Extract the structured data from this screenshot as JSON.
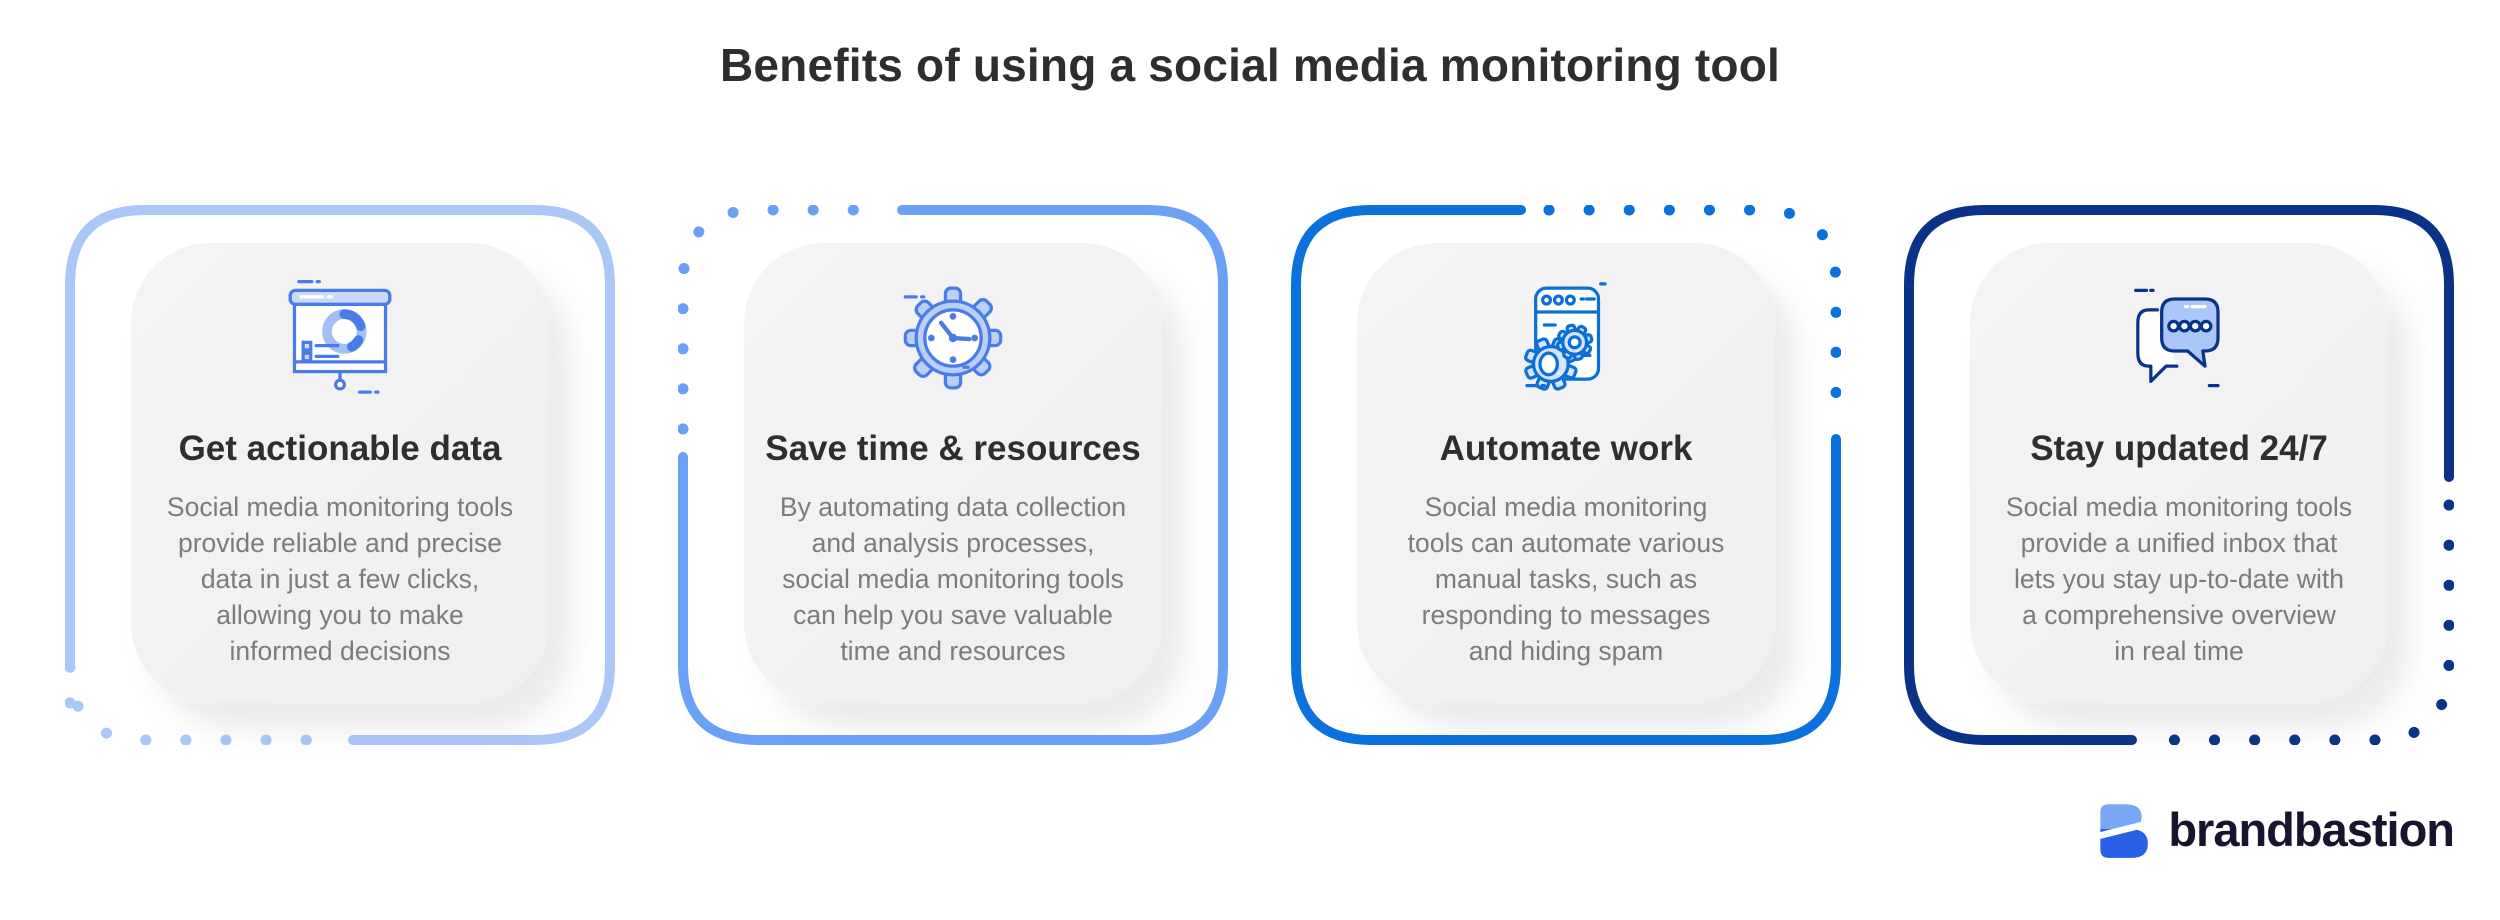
{
  "title": "Benefits of using a social media monitoring tool",
  "cards": [
    {
      "icon": "presentation-chart-icon",
      "title": "Get actionable data",
      "body": [
        "Social media monitoring tools",
        "provide reliable and precise",
        "data in just a few clicks,",
        "allowing you to make",
        "informed decisions"
      ],
      "accent": "#A9C7F7",
      "icon_stroke": "#4A7CE8",
      "icon_fill": "#C9DAFA"
    },
    {
      "icon": "gear-clock-icon",
      "title": "Save time & resources",
      "body": [
        "By automating data collection",
        "and analysis processes,",
        "social media monitoring tools",
        "can help you save valuable",
        "time and resources"
      ],
      "accent": "#6BA1F5",
      "icon_stroke": "#4A7CE8",
      "icon_fill": "#B9D0F8"
    },
    {
      "icon": "browser-automation-icon",
      "title": "Automate work",
      "body": [
        "Social media monitoring",
        "tools can automate various",
        "manual tasks, such as",
        "responding to messages",
        "and hiding spam"
      ],
      "accent": "#0B72DD",
      "icon_stroke": "#0B6FD6",
      "icon_fill": "#D6E4FC"
    },
    {
      "icon": "chat-bubbles-icon",
      "title": "Stay updated 24/7",
      "body": [
        "Social media monitoring tools",
        "provide a unified inbox that",
        "lets you stay up-to-date with",
        "a comprehensive overview",
        "in real time"
      ],
      "accent": "#0A3387",
      "icon_stroke": "#0A3387",
      "icon_fill": "#ABC6F8"
    }
  ],
  "logo": {
    "text": "brandbastion",
    "mark_top_color": "#7AA7F4",
    "mark_bottom_color": "#2A5FE8",
    "text_color": "#15152E"
  }
}
